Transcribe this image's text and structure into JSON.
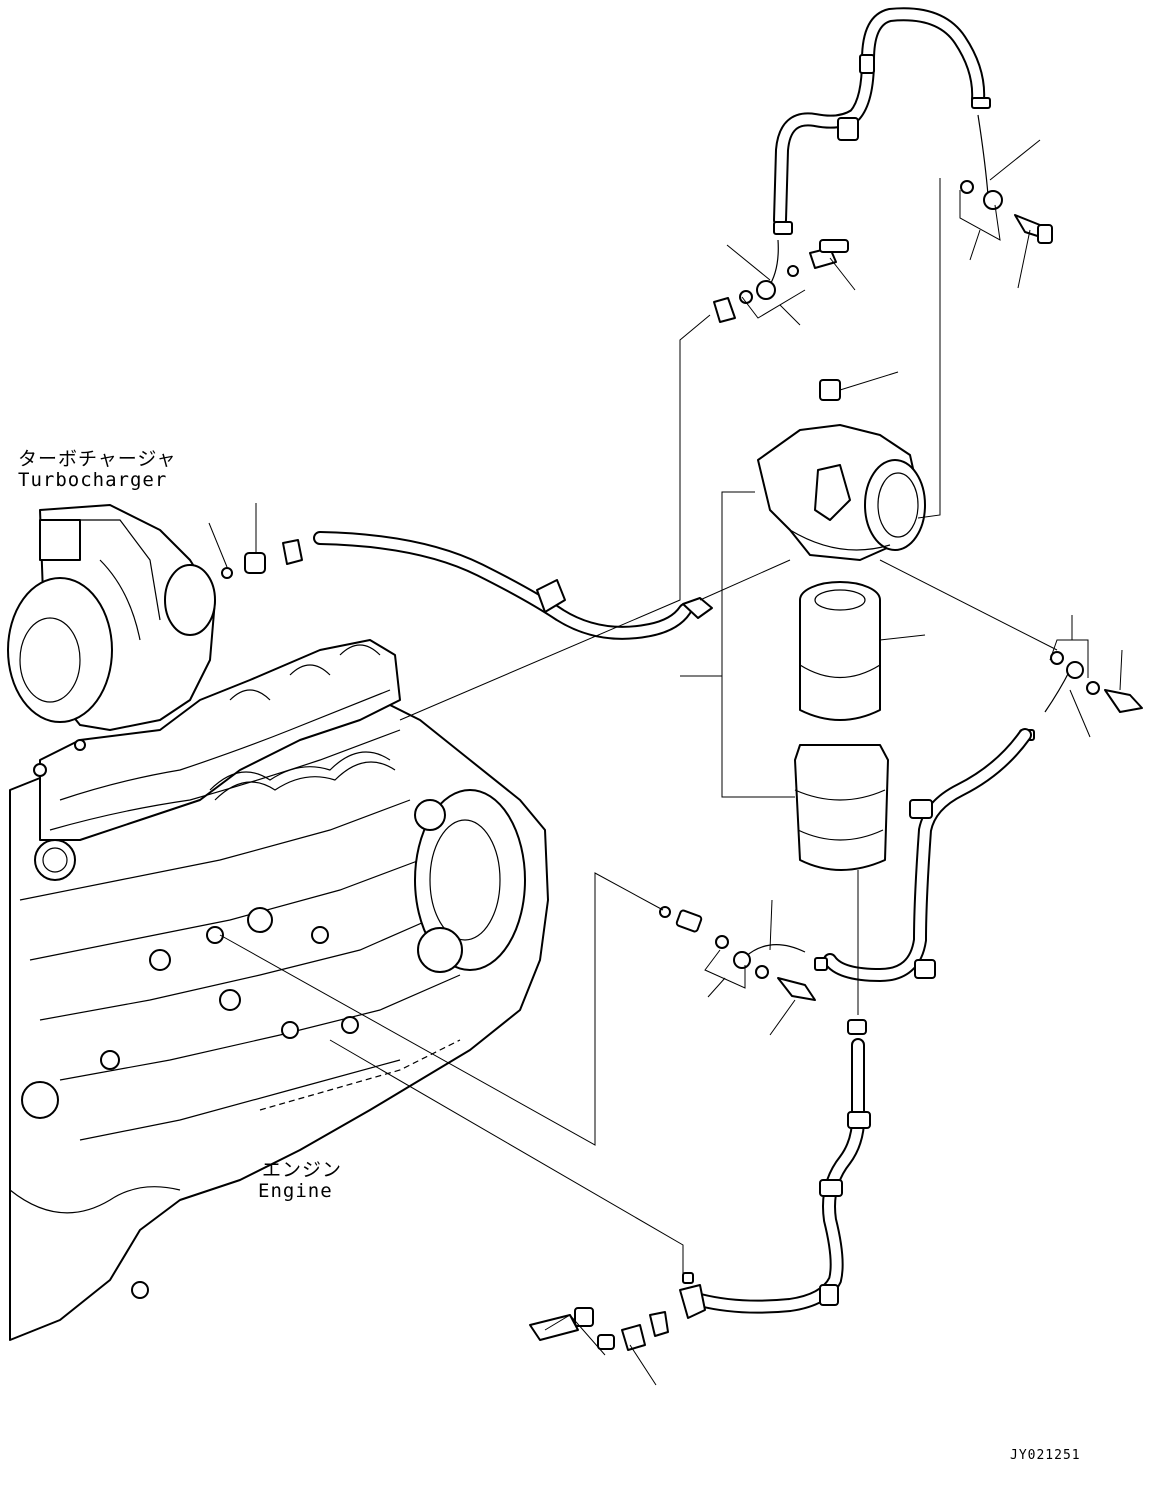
{
  "labels": {
    "turbocharger_jp": "ターボチャージャ",
    "turbocharger_en": "Turbocharger",
    "engine_jp": "エンジン",
    "engine_en": "Engine"
  },
  "figure_id": "JY021251"
}
